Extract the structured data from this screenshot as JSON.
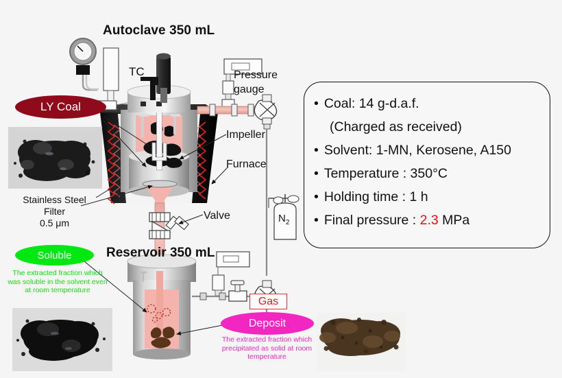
{
  "diagram": {
    "background_color": "#f5f5f5",
    "autoclave_title": "Autoclave 350 mL",
    "reservoir_title": "Reservoir 350 mL",
    "labels": {
      "tc": "TC",
      "pressure_gauge": "Pressure gauge",
      "impeller": "Impeller",
      "furnace": "Furnace",
      "valve": "Valve",
      "nitrogen": "N",
      "nitrogen_subscript": "2",
      "gas": "Gas",
      "filter": "Stainless Steel Filter 0.5 μm",
      "filter_line1": "Stainless Steel",
      "filter_line2": "Filter",
      "filter_line3": "0.5 μm"
    },
    "pills": [
      {
        "id": "ly-coal",
        "text": "LY Coal",
        "fill": "#8f0b1c",
        "text_color": "#ffffff"
      },
      {
        "id": "soluble",
        "text": "Soluble",
        "fill": "#00e812",
        "text_color": "#ffffff"
      },
      {
        "id": "deposit",
        "text": "Deposit",
        "fill": "#f226c1",
        "text_color": "#ffffff"
      }
    ],
    "captions": {
      "soluble": "The extracted fraction which was soluble in the solvent even at room temperature",
      "deposit": "The extracted fraction which precipitated as solid at room temperature"
    },
    "colors": {
      "liquid": "#f4b3ac",
      "vessel_gray": "#b9b9b9",
      "furnace_black": "#1a1a1a",
      "heater_red": "#e02020",
      "deposit_brown": "#5a3418",
      "gas_red": "#d81f1f",
      "final_pressure_red": "#e81010"
    }
  },
  "info_box": {
    "items": [
      {
        "text": "Coal: 14 g-d.a.f.",
        "bulleted": true,
        "indent": false
      },
      {
        "text": "(Charged as received)",
        "bulleted": false,
        "indent": true
      },
      {
        "text": "Solvent:  1-MN, Kerosene,  A150",
        "bulleted": true,
        "indent": false
      },
      {
        "text": "Temperature : 350°C",
        "bulleted": true,
        "indent": false
      },
      {
        "text": "Holding time : 1  h",
        "bulleted": true,
        "indent": false
      },
      {
        "text": "Final pressure : ",
        "bulleted": true,
        "indent": false,
        "red_value": "2.3",
        "tail": "  MPa"
      }
    ]
  }
}
